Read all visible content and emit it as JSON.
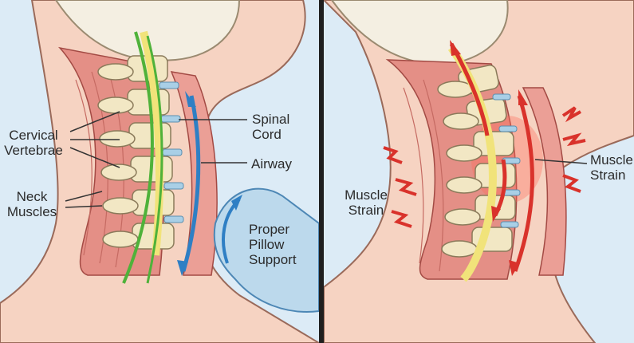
{
  "labels": {
    "left": {
      "cervical_vertebrae": "Cervical\nVertebrae",
      "neck_muscles": "Neck\nMuscles",
      "spinal_cord": "Spinal\nCord",
      "airway": "Airway",
      "pillow_support": "Proper\nPillow\nSupport"
    },
    "right": {
      "muscle_strain_left": "Muscle\nStrain",
      "muscle_strain_right": "Muscle\nStrain"
    }
  },
  "colors": {
    "background": "#dcebf6",
    "skin": "#f6d3c2",
    "muscle": "#e48f86",
    "vertebra": "#f2e7c4",
    "disc": "#a9cfe6",
    "spinal_cord_good": "#f1e37a",
    "alignment_line": "#4fb23a",
    "airway_arrow": "#2f7fc4",
    "pillow": "#bcd9ec",
    "strain": "#d9322b",
    "divider": "#1f1f1f"
  }
}
